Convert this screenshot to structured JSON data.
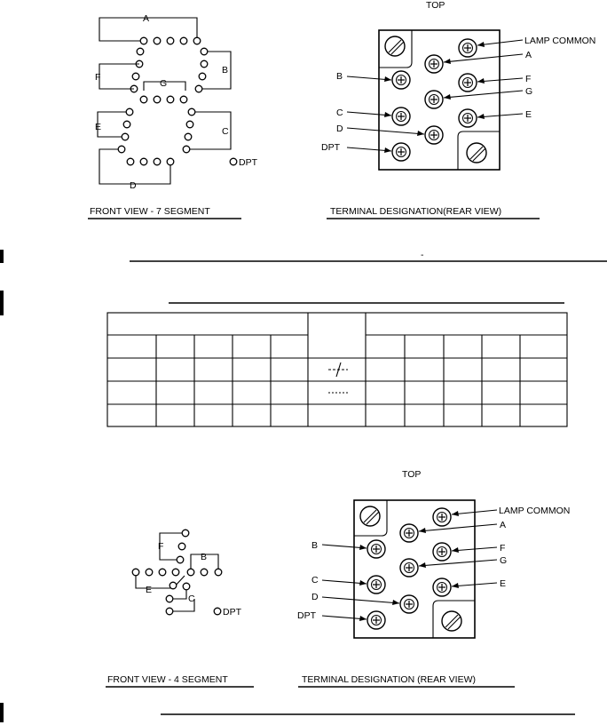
{
  "diagram1": {
    "front_view_caption": "FRONT VIEW - 7 SEGMENT",
    "terminal_caption": "TERMINAL DESIGNATION(REAR VIEW)",
    "top_label": "TOP",
    "segment_labels": {
      "a": "A",
      "b": "B",
      "c": "C",
      "d": "D",
      "e": "E",
      "f": "F",
      "g": "G",
      "dpt": "DPT"
    },
    "terminal_labels": {
      "lamp_common": "LAMP COMMON",
      "a": "A",
      "b": "B",
      "c": "C",
      "d": "D",
      "e": "E",
      "f": "F",
      "g": "G",
      "dpt": "DPT"
    }
  },
  "caption_line_1_mark": "-",
  "diagram2": {
    "front_view_caption": "FRONT VIEW - 4 SEGMENT",
    "terminal_caption": "TERMINAL DESIGNATION (REAR VIEW)",
    "top_label": "TOP",
    "segment_labels": {
      "b": "B",
      "c": "C",
      "e": "E",
      "f": "F",
      "dpt": "DPT"
    },
    "terminal_labels": {
      "lamp_common": "LAMP COMMON",
      "a": "A",
      "b": "B",
      "c": "C",
      "d": "D",
      "e": "E",
      "f": "F",
      "g": "G",
      "dpt": "DPT"
    }
  },
  "table": {
    "mid_symbols": [
      "-/-",
      "....."
    ]
  }
}
